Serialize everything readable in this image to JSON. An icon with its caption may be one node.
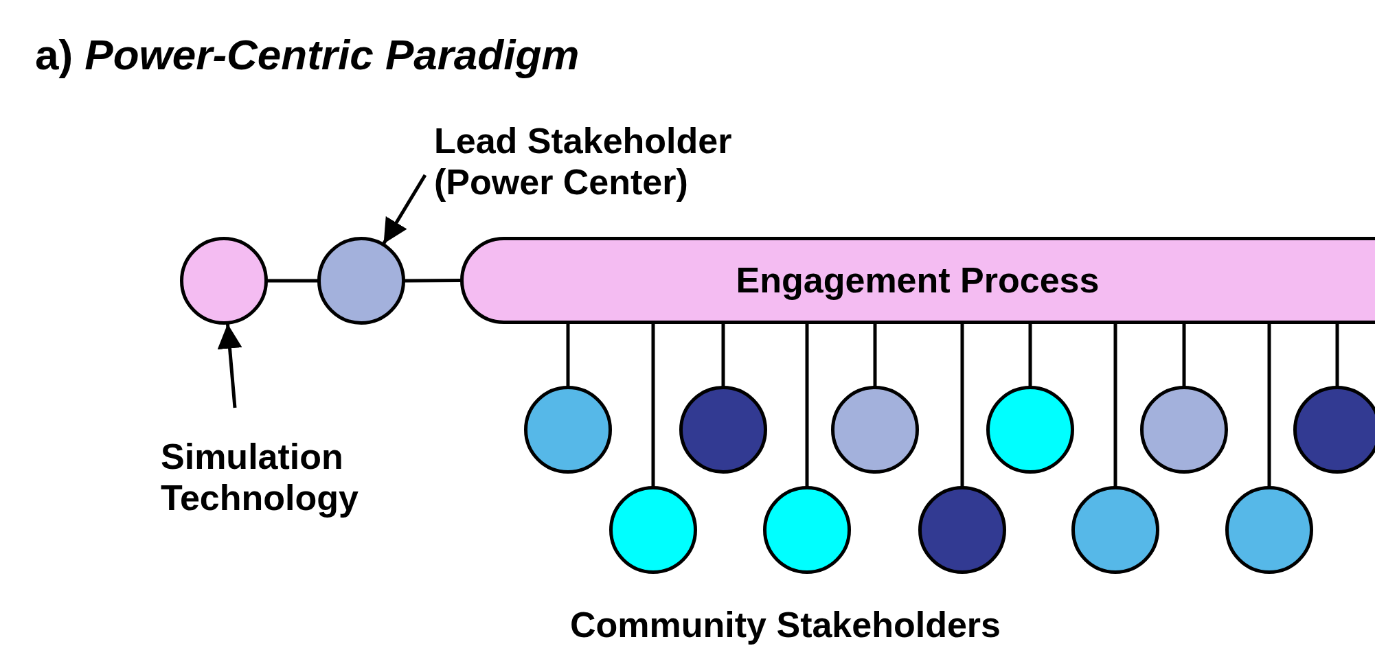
{
  "diagram": {
    "title": "a) *Power-Centric Paradigm*",
    "nodes": [
      {
        "text": [],
        "shape": "circle"
      },
      {
        "text": [],
        "shape": "circle"
      },
      {
        "text": [
          "Engagement Process"
        ]
      },
      {
        "text": [
          "Lead Stakeholder (Power Center)"
        ]
      },
      {
        "text": [
          "Simulation Technology"
        ]
      },
      {
        "text": [],
        "shape": "circle"
      },
      {
        "text": [],
        "shape": "circle"
      },
      {
        "text": [],
        "shape": "circle"
      },
      {
        "text": [],
        "shape": "circle"
      },
      {
        "text": [],
        "shape": "circle"
      },
      {
        "text": [],
        "shape": "circle"
      },
      {
        "text": [],
        "shape": "circle"
      },
      {
        "text": [],
        "shape": "circle"
      },
      {
        "text": [],
        "shape": "circle"
      },
      {
        "text": [],
        "shape": "circle"
      },
      {
        "text": [],
        "shape": "circle"
      }
    ],
    "edges": [
      {
        "from": 0,
        "to": 1,
        "arrow": "none"
      },
      {
        "from": 1,
        "to": 2,
        "arrow": "none"
      },
      {
        "from": 3,
        "to": 1,
        "arrow": "to"
      },
      {
        "from": 4,
        "to": 0,
        "arrow": "to"
      },
      {
        "from": 2,
        "to": 5,
        "arrow": "none"
      },
      {
        "from": 2,
        "to": 6,
        "arrow": "none"
      },
      {
        "from": 2,
        "to": 7,
        "arrow": "none"
      },
      {
        "from": 2,
        "to": 8,
        "arrow": "none"
      },
      {
        "from": 2,
        "to": 9,
        "arrow": "none"
      },
      {
        "from": 2,
        "to": 10,
        "arrow": "none"
      },
      {
        "from": 2,
        "to": 11,
        "arrow": "none"
      },
      {
        "from": 2,
        "to": 12,
        "arrow": "none"
      },
      {
        "from": 2,
        "to": 13,
        "arrow": "none"
      },
      {
        "from": 2,
        "to": 14,
        "arrow": "none"
      },
      {
        "from": 2,
        "to": 15,
        "arrow": "none"
      }
    ],
    "labels": [
      "Community Stakeholders"
    ]
  }
}
